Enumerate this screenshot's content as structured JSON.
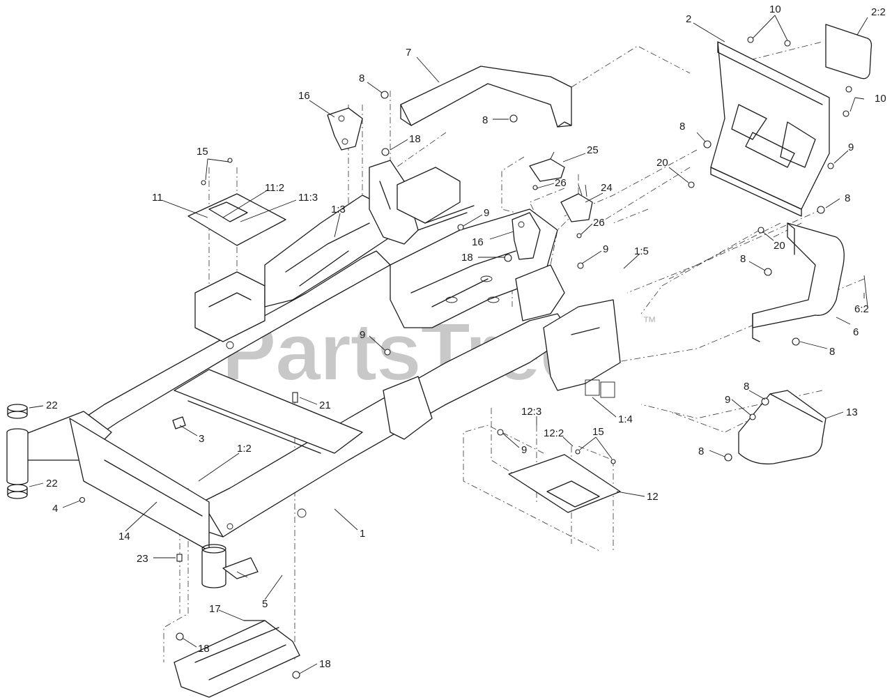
{
  "watermark": {
    "text": "PartsTree",
    "trademark": "™"
  },
  "callouts": [
    {
      "id": "c-2-2",
      "label": "2:2"
    },
    {
      "id": "c-10a",
      "label": "10"
    },
    {
      "id": "c-2",
      "label": "2"
    },
    {
      "id": "c-10b",
      "label": "10"
    },
    {
      "id": "c-7",
      "label": "7"
    },
    {
      "id": "c-8a",
      "label": "8"
    },
    {
      "id": "c-16a",
      "label": "16"
    },
    {
      "id": "c-8b",
      "label": "8"
    },
    {
      "id": "c-18a",
      "label": "18"
    },
    {
      "id": "c-15a",
      "label": "15"
    },
    {
      "id": "c-8c",
      "label": "8"
    },
    {
      "id": "c-9a",
      "label": "9"
    },
    {
      "id": "c-25",
      "label": "25"
    },
    {
      "id": "c-20a",
      "label": "20"
    },
    {
      "id": "c-11-2",
      "label": "11:2"
    },
    {
      "id": "c-11",
      "label": "11"
    },
    {
      "id": "c-11-3",
      "label": "11:3"
    },
    {
      "id": "c-26a",
      "label": "26"
    },
    {
      "id": "c-24",
      "label": "24"
    },
    {
      "id": "c-8d",
      "label": "8"
    },
    {
      "id": "c-1-3",
      "label": "1:3"
    },
    {
      "id": "c-9b",
      "label": "9"
    },
    {
      "id": "c-26b",
      "label": "26"
    },
    {
      "id": "c-16b",
      "label": "16"
    },
    {
      "id": "c-20b",
      "label": "20"
    },
    {
      "id": "c-9c",
      "label": "9"
    },
    {
      "id": "c-1-5",
      "label": "1:5"
    },
    {
      "id": "c-18b",
      "label": "18"
    },
    {
      "id": "c-8e",
      "label": "8"
    },
    {
      "id": "c-6-2",
      "label": "6:2"
    },
    {
      "id": "c-6",
      "label": "6"
    },
    {
      "id": "c-9d",
      "label": "9"
    },
    {
      "id": "c-8f",
      "label": "8"
    },
    {
      "id": "c-8g",
      "label": "8"
    },
    {
      "id": "c-9e",
      "label": "9"
    },
    {
      "id": "c-13",
      "label": "13"
    },
    {
      "id": "c-21",
      "label": "21"
    },
    {
      "id": "c-22a",
      "label": "22"
    },
    {
      "id": "c-1-4",
      "label": "1:4"
    },
    {
      "id": "c-12-3",
      "label": "12:3"
    },
    {
      "id": "c-15b",
      "label": "15"
    },
    {
      "id": "c-3",
      "label": "3"
    },
    {
      "id": "c-12-2",
      "label": "12:2"
    },
    {
      "id": "c-1-2",
      "label": "1:2"
    },
    {
      "id": "c-9f",
      "label": "9"
    },
    {
      "id": "c-8h",
      "label": "8"
    },
    {
      "id": "c-22b",
      "label": "22"
    },
    {
      "id": "c-12",
      "label": "12"
    },
    {
      "id": "c-4",
      "label": "4"
    },
    {
      "id": "c-14",
      "label": "14"
    },
    {
      "id": "c-1",
      "label": "1"
    },
    {
      "id": "c-23",
      "label": "23"
    },
    {
      "id": "c-5",
      "label": "5"
    },
    {
      "id": "c-17",
      "label": "17"
    },
    {
      "id": "c-18c",
      "label": "18"
    },
    {
      "id": "c-18d",
      "label": "18"
    }
  ]
}
